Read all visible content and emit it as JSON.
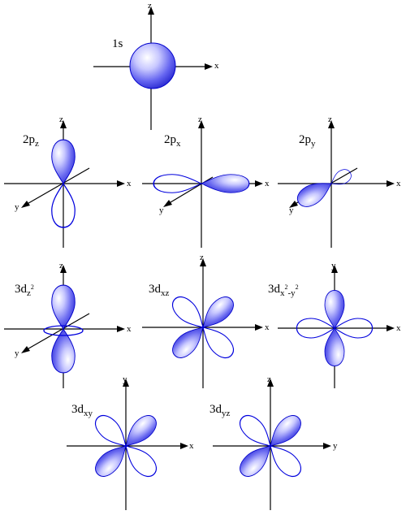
{
  "colors": {
    "lobe_dark": "#2a2ae0",
    "lobe_light": "#ffffff",
    "line": "#0000dd",
    "axis": "#000000"
  },
  "orbitals": {
    "s1": {
      "label": "1s",
      "ax1": "z",
      "ax2": "x"
    },
    "pz": {
      "base": "2p",
      "sub": "z",
      "ax1": "z",
      "ax2": "x",
      "ax3": "y"
    },
    "px": {
      "base": "2p",
      "sub": "x",
      "ax1": "z",
      "ax2": "x",
      "ax3": "y"
    },
    "py": {
      "base": "2p",
      "sub": "y",
      "ax1": "z",
      "ax2": "x",
      "ax3": "y"
    },
    "dz2": {
      "base": "3d",
      "sub": "z",
      "sup": "2",
      "ax1": "z",
      "ax2": "x",
      "ax3": "y"
    },
    "dxz": {
      "base": "3d",
      "sub": "xz",
      "ax1": "z",
      "ax2": "x"
    },
    "dx2y2": {
      "base": "3d",
      "sub1": "x",
      "sup1": "2",
      "subdash": "-y",
      "sup2": "2",
      "ax1": "y",
      "ax2": "x"
    },
    "dxy": {
      "base": "3d",
      "sub": "xy",
      "ax1": "y",
      "ax2": "x"
    },
    "dyz": {
      "base": "3d",
      "sub": "yz",
      "ax1": "z",
      "ax2": "y"
    }
  }
}
